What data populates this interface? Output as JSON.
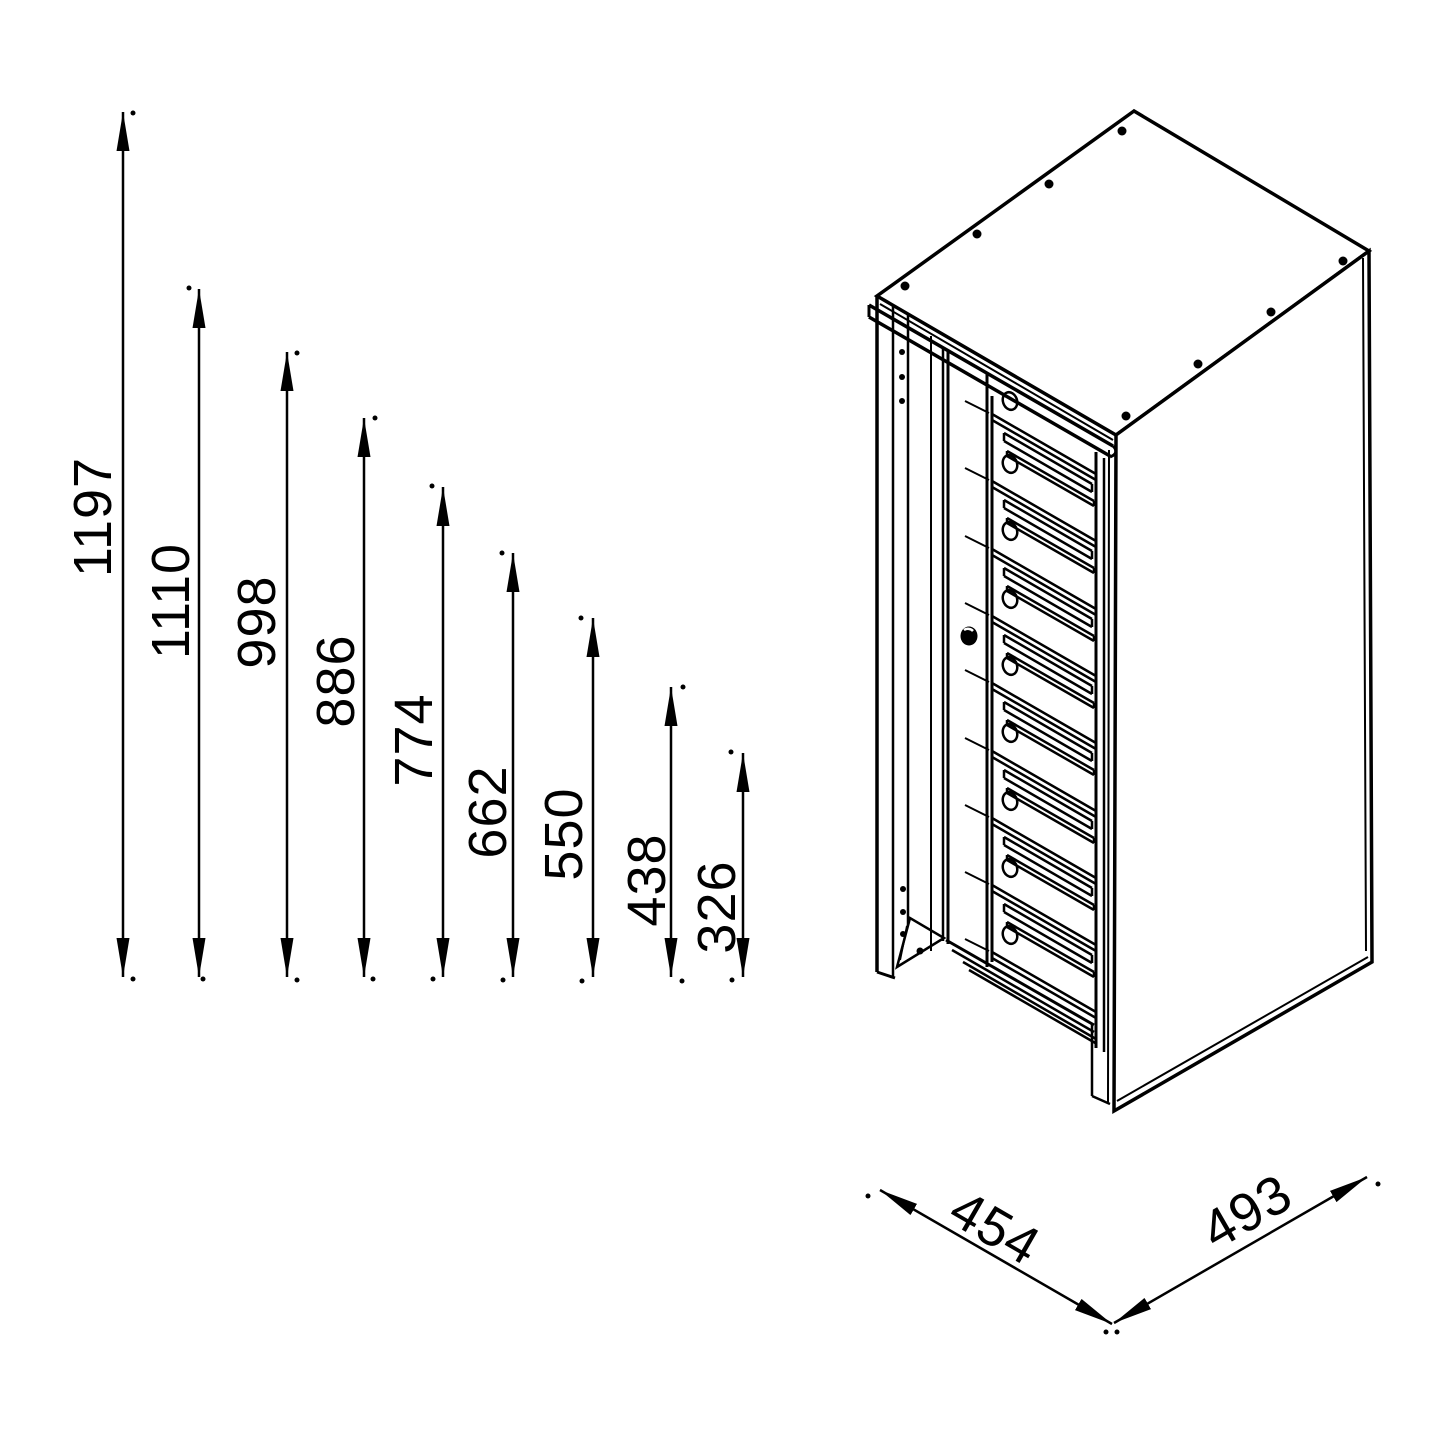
{
  "drawing": {
    "background_color": "#ffffff",
    "line_color": "#000000",
    "dims": {
      "heights": [
        "1197",
        "1110",
        "998",
        "886",
        "774",
        "662",
        "550",
        "438",
        "326"
      ],
      "base_depth": "454",
      "base_width": "493"
    },
    "mailbox_door_count": 9
  }
}
